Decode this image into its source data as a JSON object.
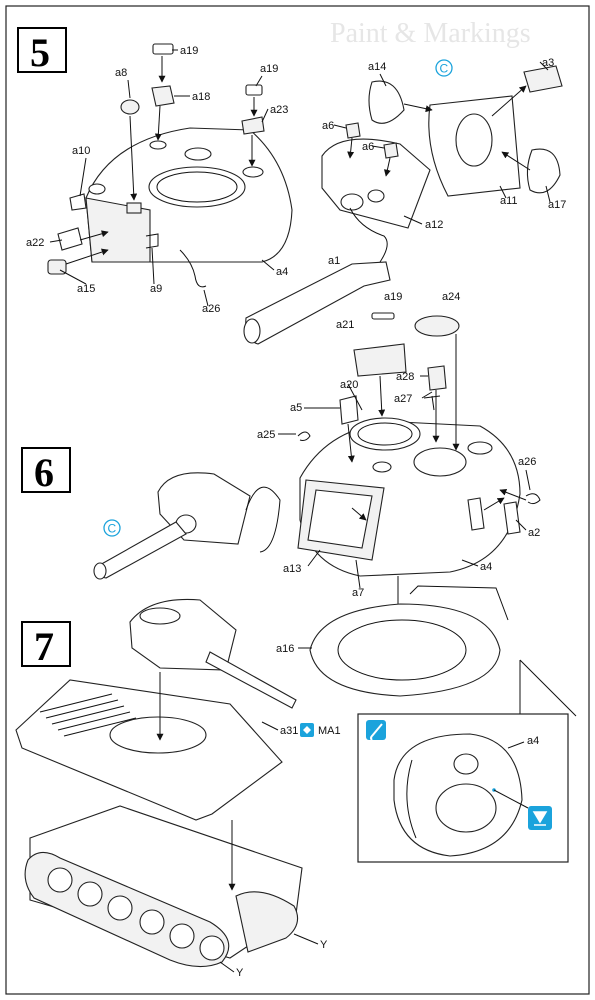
{
  "watermark": "Paint & Markings",
  "steps": [
    {
      "number": "5"
    },
    {
      "number": "6"
    },
    {
      "number": "7"
    }
  ],
  "callouts": {
    "s5": [
      "a19",
      "a8",
      "a18",
      "a19",
      "a23",
      "a14",
      "a3",
      "a10",
      "a6",
      "a6",
      "a22",
      "a12",
      "a11",
      "a17",
      "a4",
      "a15",
      "a9",
      "a26",
      "a1"
    ],
    "s6": [
      "a19",
      "a24",
      "a21",
      "a28",
      "a20",
      "a27",
      "a5",
      "a25",
      "a26",
      "a2",
      "a13",
      "a4",
      "a7"
    ],
    "s7": [
      "a16",
      "a31",
      "MA1",
      "a4",
      "Y",
      "Y"
    ]
  },
  "badges": {
    "c1": "C",
    "c2": "C"
  },
  "colors": {
    "accent_blue": "#1ba3dc"
  }
}
